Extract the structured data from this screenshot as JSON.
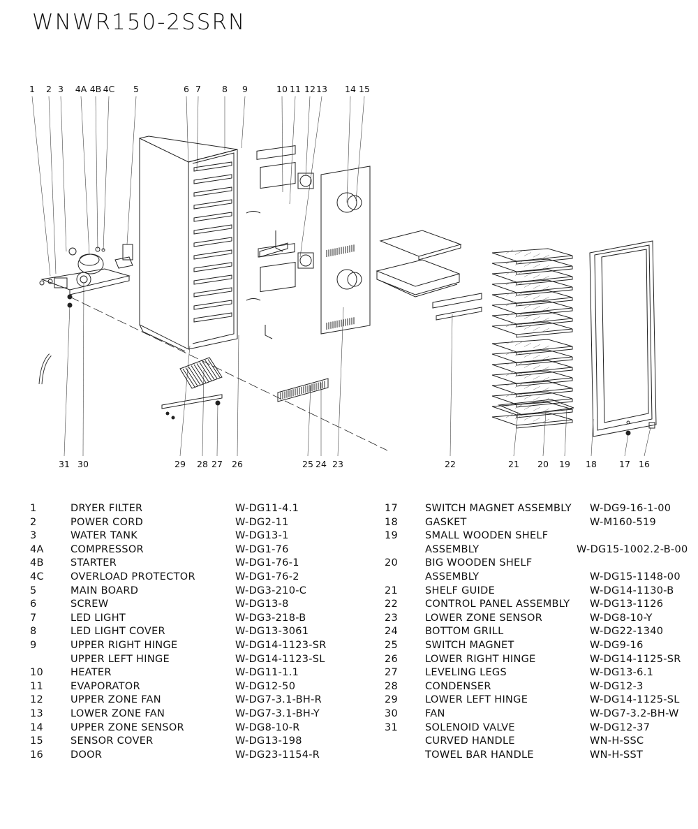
{
  "title": "WNWR150-2SSRN",
  "callouts": {
    "top": [
      "1",
      "2",
      "3",
      "4A",
      "4B",
      "4C",
      "5",
      "6",
      "7",
      "8",
      "9",
      "10",
      "11",
      "12",
      "13",
      "14",
      "15"
    ],
    "bottom": [
      "31",
      "30",
      "29",
      "28",
      "27",
      "26",
      "25",
      "24",
      "23",
      "22",
      "21",
      "20",
      "19",
      "18",
      "17",
      "16"
    ]
  },
  "parts_left": [
    {
      "no": "1",
      "name": "DRYER FILTER",
      "code": "W-DG11-4.1"
    },
    {
      "no": "2",
      "name": "POWER CORD",
      "code": "W-DG2-11"
    },
    {
      "no": "3",
      "name": "WATER TANK",
      "code": "W-DG13-1"
    },
    {
      "no": "4A",
      "name": "COMPRESSOR",
      "code": "W-DG1-76"
    },
    {
      "no": "4B",
      "name": "STARTER",
      "code": "W-DG1-76-1"
    },
    {
      "no": "4C",
      "name": "OVERLOAD PROTECTOR",
      "code": "W-DG1-76-2"
    },
    {
      "no": "5",
      "name": "MAIN BOARD",
      "code": "W-DG3-210-C"
    },
    {
      "no": "6",
      "name": "SCREW",
      "code": "W-DG13-8"
    },
    {
      "no": "7",
      "name": "LED LIGHT",
      "code": "W-DG3-218-B"
    },
    {
      "no": "8",
      "name": "LED LIGHT COVER",
      "code": "W-DG13-3061"
    },
    {
      "no": "9",
      "name": "UPPER RIGHT HINGE",
      "code": "W-DG14-1123-SR"
    },
    {
      "no": "",
      "name": "UPPER LEFT HINGE",
      "code": "W-DG14-1123-SL"
    },
    {
      "no": "10",
      "name": "HEATER",
      "code": "W-DG11-1.1"
    },
    {
      "no": "11",
      "name": "EVAPORATOR",
      "code": "W-DG12-50"
    },
    {
      "no": "12",
      "name": "UPPER ZONE FAN",
      "code": "W-DG7-3.1-BH-R"
    },
    {
      "no": "13",
      "name": "LOWER ZONE FAN",
      "code": "W-DG7-3.1-BH-Y"
    },
    {
      "no": "14",
      "name": "UPPER ZONE SENSOR",
      "code": "W-DG8-10-R"
    },
    {
      "no": "15",
      "name": "SENSOR COVER",
      "code": "W-DG13-198"
    },
    {
      "no": "16",
      "name": "DOOR",
      "code": "W-DG23-1154-R"
    }
  ],
  "parts_right": [
    {
      "no": "17",
      "name": "SWITCH MAGNET ASSEMBLY",
      "code": "W-DG9-16-1-00"
    },
    {
      "no": "18",
      "name": "GASKET",
      "code": "W-M160-519"
    },
    {
      "no": "19",
      "name": "SMALL WOODEN SHELF",
      "code": ""
    },
    {
      "no": "",
      "name": "ASSEMBLY",
      "code": "W-DG15-1002.2-B-00"
    },
    {
      "no": "20",
      "name": "BIG WOODEN SHELF",
      "code": ""
    },
    {
      "no": "",
      "name": "ASSEMBLY",
      "code": "W-DG15-1148-00"
    },
    {
      "no": "21",
      "name": "SHELF GUIDE",
      "code": "W-DG14-1130-B"
    },
    {
      "no": "22",
      "name": "CONTROL PANEL ASSEMBLY",
      "code": "W-DG13-1126"
    },
    {
      "no": "23",
      "name": "LOWER ZONE SENSOR",
      "code": "W-DG8-10-Y"
    },
    {
      "no": "24",
      "name": "BOTTOM GRILL",
      "code": "W-DG22-1340"
    },
    {
      "no": "25",
      "name": "SWITCH MAGNET",
      "code": "W-DG9-16"
    },
    {
      "no": "26",
      "name": "LOWER RIGHT HINGE",
      "code": "W-DG14-1125-SR"
    },
    {
      "no": "27",
      "name": "LEVELING LEGS",
      "code": "W-DG13-6.1"
    },
    {
      "no": "28",
      "name": "CONDENSER",
      "code": "W-DG12-3"
    },
    {
      "no": "29",
      "name": "LOWER LEFT HINGE",
      "code": "W-DG14-1125-SL"
    },
    {
      "no": "30",
      "name": "FAN",
      "code": "W-DG7-3.2-BH-W"
    },
    {
      "no": "31",
      "name": "SOLENOID VALVE",
      "code": "W-DG12-37"
    },
    {
      "no": "",
      "name": "CURVED HANDLE",
      "code": "WN-H-SSC"
    },
    {
      "no": "",
      "name": "TOWEL BAR HANDLE",
      "code": "WN-H-SST"
    }
  ]
}
